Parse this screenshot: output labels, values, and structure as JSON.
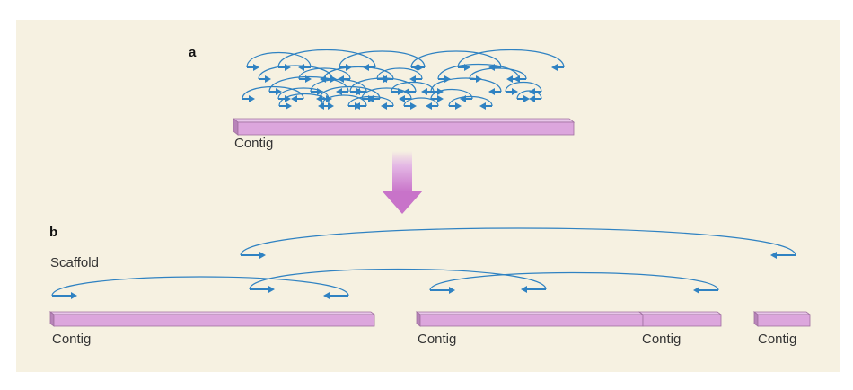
{
  "panel_a": {
    "letter": "a",
    "contig_label": "Contig"
  },
  "panel_b": {
    "letter": "b",
    "scaffold_label": "Scaffold",
    "contig_labels": [
      "Contig",
      "Contig",
      "Contig",
      "Contig"
    ]
  },
  "colors": {
    "background": "#f6f1e1",
    "contig_fill": "#dca6dd",
    "read_pair": "#2f82c2",
    "flow_arrow": "#c873c9"
  },
  "icons": [
    "down-arrow-icon",
    "read-arrow-icon"
  ]
}
